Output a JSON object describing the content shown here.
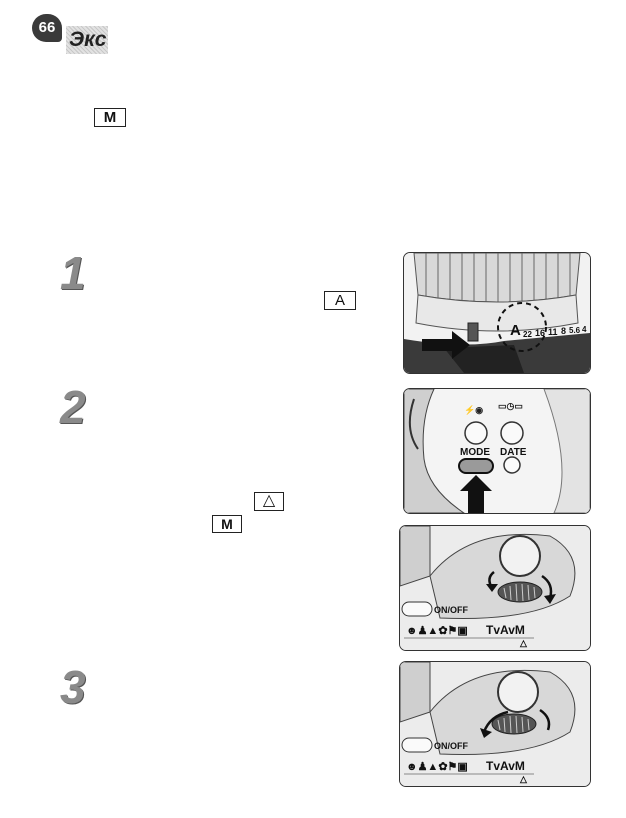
{
  "header": {
    "page_number": "66",
    "title_fragment": "Экс"
  },
  "intro": {
    "mode_letter": "M"
  },
  "steps": [
    {
      "number": "1",
      "boxed_letter": "A"
    },
    {
      "number": "2",
      "up_symbol": "△",
      "mode_letter": "M"
    },
    {
      "number": "3"
    }
  ],
  "photos": {
    "lens": {
      "aperture_mark": "A",
      "scale": [
        "22",
        "16",
        "11",
        "8",
        "5.6",
        "4"
      ]
    },
    "buttons": {
      "mode_label": "MODE",
      "date_label": "DATE"
    },
    "dial_a": {
      "onoff_label": "ON/OFF",
      "modes_label": "TvAvM",
      "triangle": "△"
    },
    "dial_b": {
      "onoff_label": "ON/OFF",
      "modes_label": "TvAvM",
      "triangle": "△"
    }
  }
}
